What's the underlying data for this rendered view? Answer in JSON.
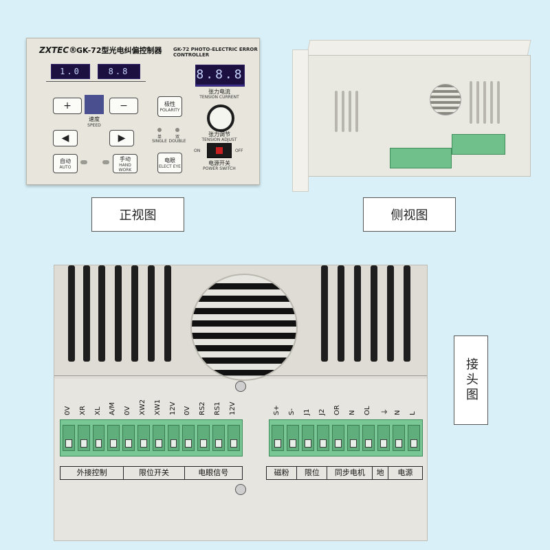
{
  "front_panel": {
    "brand": "ZXTEC®",
    "model_cn": "GK-72型光电纠偏控制器",
    "model_en": "GK-72 PHOTO-ELECTRIC ERROR CONTROLLER",
    "display_left": "1.0",
    "display_right": "8.8",
    "display_main": "8.8.8",
    "speed_cn": "速度",
    "speed_en": "SPEED",
    "polarity_cn": "极性",
    "polarity_en": "POLARITY",
    "tension_current_cn": "张力电流",
    "tension_current_en": "TENSION CURRENT",
    "tension_adjust_cn": "张力调节",
    "tension_adjust_en": "TENSION ADJUST",
    "single_label": "单",
    "single_en": "SINGLE",
    "double_label": "双",
    "double_en": "DOUBLE",
    "auto_cn": "自动",
    "auto_en": "AUTO",
    "hand_cn": "手动",
    "hand_en": "HAND WORK",
    "elect_cn": "电眼",
    "elect_en": "ELECT EYE",
    "power_cn": "电源开关",
    "power_en": "POWER SWITCH",
    "on": "ON",
    "off": "OFF",
    "plus": "+",
    "minus": "−",
    "left": "◀",
    "right": "▶"
  },
  "captions": {
    "front": "正视图",
    "side": "侧视图",
    "connector": "接头图"
  },
  "connector": {
    "left_pins": [
      "0V",
      "XR",
      "XL",
      "A/M",
      "0V",
      "XW2",
      "XW1",
      "12V",
      "0V",
      "RS2",
      "RS1",
      "12V"
    ],
    "right_pins": [
      "S+",
      "S-",
      "J1",
      "J2",
      "OR",
      "N",
      "OL",
      "⏚",
      "N",
      "L"
    ],
    "left_groups": [
      "外接控制",
      "限位开关",
      "电眼信号"
    ],
    "right_groups": [
      "磁粉",
      "限位",
      "同步电机",
      "地",
      "电源"
    ]
  }
}
